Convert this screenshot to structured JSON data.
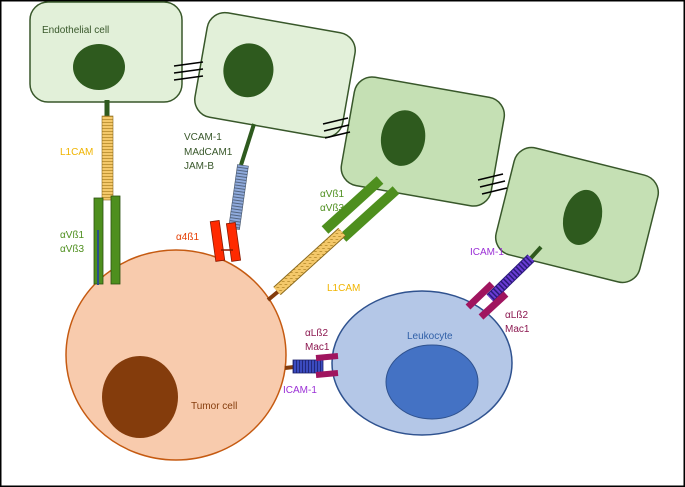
{
  "colors": {
    "endothelial_fill_light": "#e2f0d9",
    "endothelial_fill_mid": "#c5e0b4",
    "endothelial_stroke": "#38572a",
    "nucleus_dark_green": "#2e5a1e",
    "tumor_fill": "#f8cbad",
    "tumor_nucleus": "#843c0c",
    "leukocyte_fill": "#b4c7e7",
    "leukocyte_nucleus": "#4472c4",
    "leukocyte_stroke": "#2f528f",
    "integrin_green": "#4e8f1e",
    "l1cam_yellow": "#f4c86a",
    "vcam_grey": "#8faadc",
    "alpha4_red": "#ff2a00",
    "icam_purple": "#6a3cd4",
    "alphaL_magenta": "#a0155f",
    "label_green": "#4e8f1e",
    "label_dark_green": "#38572a",
    "label_yellow": "#f0b400",
    "label_red": "#e53c00",
    "label_purple": "#9b30d6",
    "label_magenta": "#8c1850",
    "label_blue": "#2f5fa7",
    "label_brown": "#843c0c"
  },
  "cells": {
    "endothelial": "Endothelial cell",
    "tumor": "Tumor cell",
    "leukocyte": "Leukocyte"
  },
  "molecules": {
    "l1cam_top": "L1CAM",
    "integrin_av_left": [
      "αVß1",
      "αVß3"
    ],
    "vcam_group": [
      "VCAM-1",
      "MAdCAM1",
      "JAM-B"
    ],
    "a4b1": "α4ß1",
    "integrin_av_right": [
      "αVß1",
      "αVß3"
    ],
    "l1cam_right": "L1CAM",
    "icam_top": "ICAM-1",
    "alphaL_right": [
      "αLß2",
      "Mac1"
    ],
    "alphaL_left": [
      "αLß2",
      "Mac1"
    ],
    "icam_bottom": "ICAM-1"
  }
}
